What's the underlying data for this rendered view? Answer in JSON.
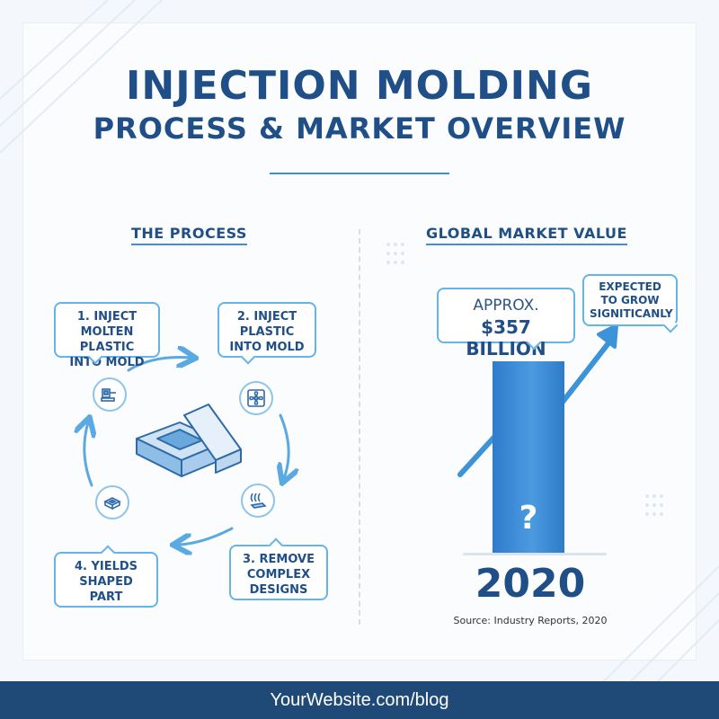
{
  "title": {
    "line1": "INJECTION MOLDING",
    "line2": "PROCESS & MARKET OVERVIEW"
  },
  "process": {
    "heading": "THE PROCESS",
    "steps": [
      {
        "text": "1. INJECT\nMOLTEN PLASTIC\nINTO MOLD",
        "icon": "injection-machine-icon"
      },
      {
        "text": "2. INJECT\nPLASTIC\nINTO MOLD",
        "icon": "fan-icon"
      },
      {
        "text": "3. REMOVE\nCOMPLEX\nDESIGNS",
        "icon": "part-removal-icon"
      },
      {
        "text": "4. YIELDS\nSHAPED\nPART",
        "icon": "shaped-part-icon"
      }
    ],
    "center_icon": "mold-block-icon"
  },
  "market": {
    "heading": "GLOBAL MARKET VALUE",
    "approx_label": "APPROX.",
    "value": "$357 BILLION",
    "growth_note": "EXPECTED\nTO GROW\nSIGNITICANLY",
    "bar_symbol": "?",
    "year": "2020",
    "source": "Source: Industry Reports, 2020"
  },
  "footer": {
    "url": "YourWebsite.com/blog"
  },
  "colors": {
    "primary": "#1f4f86",
    "accent": "#3d8fd6",
    "bubble_border": "#66b3e6",
    "footer_bg": "#1f4a78"
  }
}
